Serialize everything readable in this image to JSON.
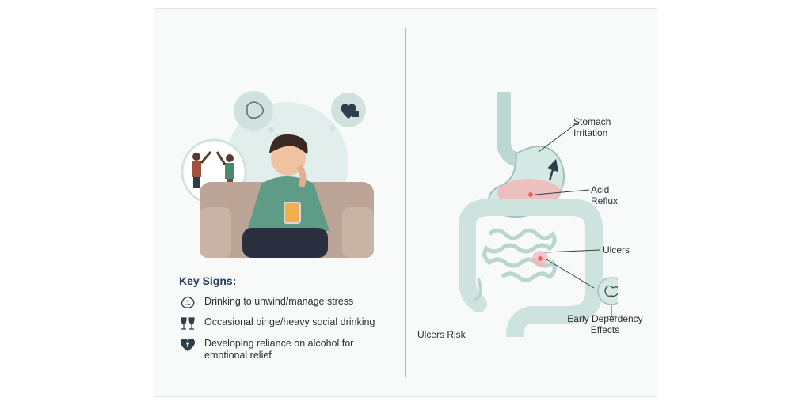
{
  "key_signs": {
    "title": "Key Signs:",
    "items": [
      {
        "icon": "brain-icon",
        "text": "Drinking to unwind/manage stress"
      },
      {
        "icon": "wine-glasses-icon",
        "text": "Occasional binge/heavy social drinking"
      },
      {
        "icon": "heart-lock-icon",
        "text": "Developing reliance on alcohol for emotional relief"
      }
    ]
  },
  "labels": {
    "stomach_irritation": "Stomach Irritation",
    "acid_reflux": "Acid Reflux",
    "ulcers": "Ulcers",
    "early_dependency": "Early Deperdency Effects",
    "ulcers_risk": "Ulcers Risk"
  },
  "colors": {
    "accent_teal": "#9fc3bd",
    "title_navy": "#1f3a5a",
    "organ_fill": "#d6e8e4",
    "irritation_red": "#e06a6a"
  }
}
